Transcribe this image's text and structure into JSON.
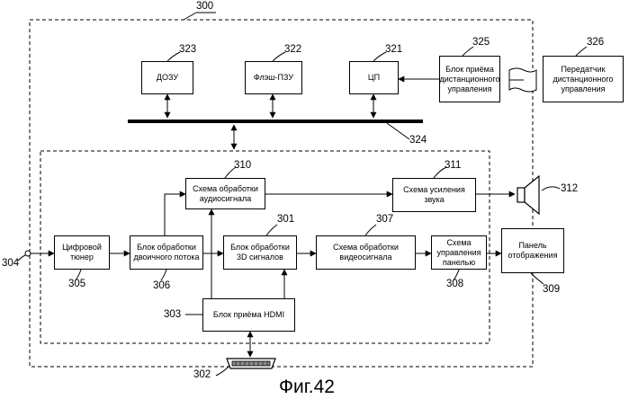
{
  "figure": {
    "caption": "Фиг.42",
    "outer_ref": "300"
  },
  "blocks": {
    "dram": {
      "ref": "323",
      "label": "ДОЗУ"
    },
    "flash": {
      "ref": "322",
      "label": "Флэш-ПЗУ"
    },
    "cpu": {
      "ref": "321",
      "label": "ЦП"
    },
    "remote_rx": {
      "ref": "325",
      "label": "Блок приёма\nдистанционного\nуправления"
    },
    "remote_tx": {
      "ref": "326",
      "label": "Передатчик\nдистанционного\nуправления"
    },
    "audio_proc": {
      "ref": "310",
      "label": "Схема обработки\nаудиосигнала"
    },
    "audio_amp": {
      "ref": "311",
      "label": "Схема усиления\nзвука"
    },
    "speaker": {
      "ref": "312"
    },
    "tuner": {
      "ref": "305",
      "label": "Цифровой\nтюнер"
    },
    "demux": {
      "ref": "306",
      "label": "Блок обработки\nдвоичного потока"
    },
    "proc3d": {
      "ref": "301",
      "label": "Блок обработки\n3D сигналов"
    },
    "video_proc": {
      "ref": "307",
      "label": "Схема обработки\nвидеосигнала"
    },
    "panel_drv": {
      "ref": "308",
      "label": "Схема\nуправления\nпанелью"
    },
    "panel": {
      "ref": "309",
      "label": "Панель\nотображения"
    },
    "hdmi_rx": {
      "ref": "303",
      "label": "Блок приёма HDMI"
    }
  },
  "refs": {
    "bus": "324",
    "antenna": "304",
    "hdmi_connector": "302"
  }
}
